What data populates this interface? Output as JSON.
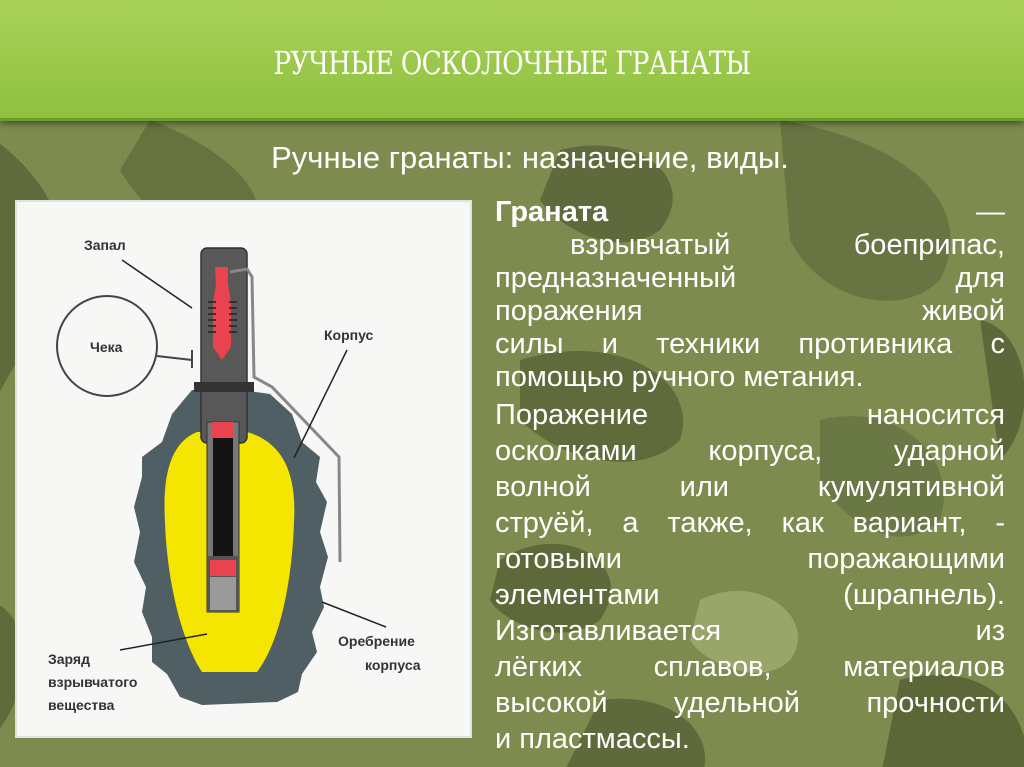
{
  "slide": {
    "title": "РУЧНЫЕ ОСКОЛОЧНЫЕ ГРАНАТЫ",
    "subtitle": "Ручные гранаты: назначение, виды."
  },
  "diagram": {
    "labels": {
      "fuse": "Запал",
      "pin": "Чека",
      "body": "Корпус",
      "ribbing_1": "Оребрение",
      "ribbing_2": "корпуса",
      "charge_1": "Заряд",
      "charge_2": "взрывчатого",
      "charge_3": "вещества"
    },
    "colors": {
      "body": "#4f5f63",
      "charge": "#f4e600",
      "striker": "#e8434f",
      "tube": "#585858"
    }
  },
  "paragraph1": {
    "term": "Граната",
    "dash": "—",
    "lines": [
      "взрывчатый боеприпас,",
      "предназначенный для",
      "поражения живой",
      "силы и техники противника с",
      "помощью ручного метания."
    ]
  },
  "paragraph2": {
    "lines": [
      "Поражение наносится",
      "осколками корпуса, ударной",
      "волной или кумулятивной",
      "струёй, а также, как вариант, -",
      "готовыми поражающими",
      "элементами (шрапнель).",
      "Изготавливается из",
      "лёгких сплавов, материалов",
      "высокой удельной прочности",
      "и пластмассы."
    ]
  }
}
